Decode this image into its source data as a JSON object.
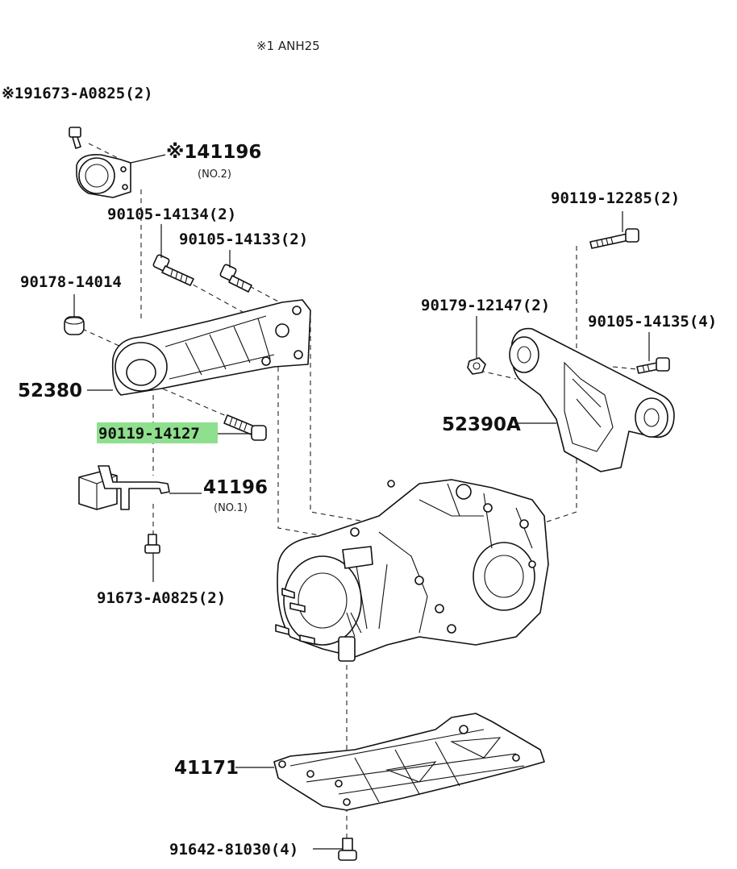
{
  "diagram": {
    "note": "※1 ANH25",
    "labels": {
      "bolt_91673_top": "※191673-A0825(2)",
      "mount_41196_no2": "※141196",
      "mount_41196_no2_sub": "(NO.2)",
      "bolt_90105_14134": "90105-14134(2)",
      "bolt_90105_14133": "90105-14133(2)",
      "bush_90178_14014": "90178-14014",
      "bracket_52380": "52380",
      "bolt_90119_14127": "90119-14127",
      "mount_41196_no1": "41196",
      "mount_41196_no1_sub": "(NO.1)",
      "bolt_91673_bottom": "91673-A0825(2)",
      "bolt_90119_12285": "90119-12285(2)",
      "nut_90179_12147": "90179-12147(2)",
      "bolt_90105_14135": "90105-14135(4)",
      "bracket_52390A": "52390A",
      "cover_41171": "41171",
      "bolt_91642_81030": "91642-81030(4)"
    },
    "highlighted": "bolt_90119_14127",
    "highlight_color": "#8ee08e"
  }
}
